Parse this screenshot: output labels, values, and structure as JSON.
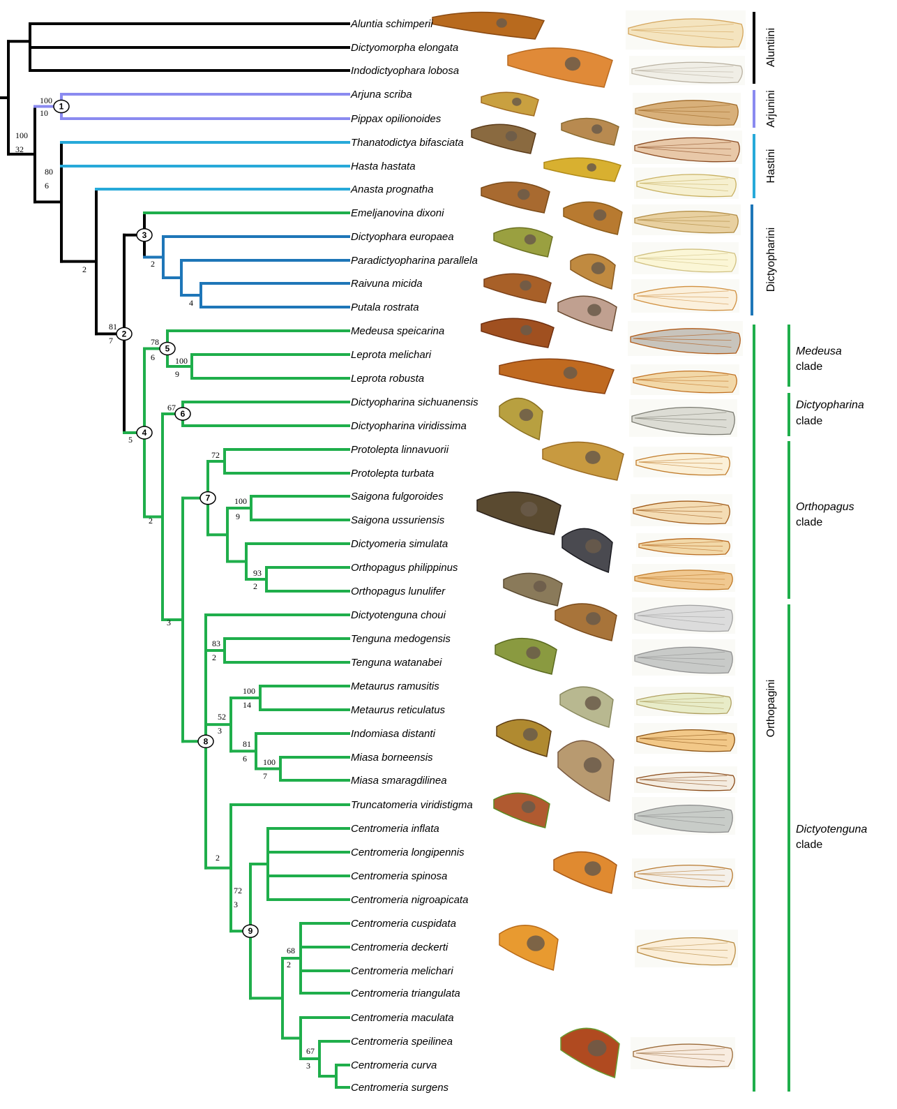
{
  "colors": {
    "black": "#000000",
    "lavender": "#8a8af0",
    "sky": "#27a9d9",
    "blue": "#1e76b8",
    "green": "#1fae4b"
  },
  "taxa": [
    {
      "name": "Aluntia schimperii",
      "color": "black"
    },
    {
      "name": "Dictyomorpha elongata",
      "color": "black"
    },
    {
      "name": "Indodictyophara lobosa",
      "color": "black"
    },
    {
      "name": "Arjuna scriba",
      "color": "lavender"
    },
    {
      "name": "Pippax opilionoides",
      "color": "lavender"
    },
    {
      "name": "Thanatodictya bifasciata",
      "color": "sky"
    },
    {
      "name": "Hasta hastata",
      "color": "sky"
    },
    {
      "name": "Anasta prognatha",
      "color": "sky"
    },
    {
      "name": "Emeljanovina dixoni",
      "color": "green"
    },
    {
      "name": "Dictyophara europaea",
      "color": "blue"
    },
    {
      "name": "Paradictyopharina parallela",
      "color": "blue"
    },
    {
      "name": "Raivuna micida",
      "color": "blue"
    },
    {
      "name": "Putala rostrata",
      "color": "blue"
    },
    {
      "name": "Medeusa speicarina",
      "color": "green"
    },
    {
      "name": "Leprota melichari",
      "color": "green"
    },
    {
      "name": "Leprota robusta",
      "color": "green"
    },
    {
      "name": "Dictyopharina sichuanensis",
      "color": "green"
    },
    {
      "name": "Dictyopharina viridissima",
      "color": "green"
    },
    {
      "name": "Protolepta linnavuorii",
      "color": "green"
    },
    {
      "name": "Protolepta turbata",
      "color": "green"
    },
    {
      "name": "Saigona fulgoroides",
      "color": "green"
    },
    {
      "name": "Saigona ussuriensis",
      "color": "green"
    },
    {
      "name": "Dictyomeria simulata",
      "color": "green"
    },
    {
      "name": "Orthopagus philippinus",
      "color": "green"
    },
    {
      "name": "Orthopagus lunulifer",
      "color": "green"
    },
    {
      "name": "Dictyotenguna choui",
      "color": "green"
    },
    {
      "name": "Tenguna medogensis",
      "color": "green"
    },
    {
      "name": "Tenguna watanabei",
      "color": "green"
    },
    {
      "name": "Metaurus ramusitis",
      "color": "green"
    },
    {
      "name": "Metaurus reticulatus",
      "color": "green"
    },
    {
      "name": "Indomiasa distanti",
      "color": "green"
    },
    {
      "name": "Miasa borneensis",
      "color": "green"
    },
    {
      "name": "Miasa smaragdilinea",
      "color": "green"
    },
    {
      "name": "Truncatomeria viridistigma",
      "color": "green"
    },
    {
      "name": "Centromeria inflata",
      "color": "green"
    },
    {
      "name": "Centromeria longipennis",
      "color": "green"
    },
    {
      "name": "Centromeria spinosa",
      "color": "green"
    },
    {
      "name": "Centromeria nigroapicata",
      "color": "green"
    },
    {
      "name": "Centromeria cuspidata",
      "color": "green"
    },
    {
      "name": "Centromeria deckerti",
      "color": "green"
    },
    {
      "name": "Centromeria melichari",
      "color": "green"
    },
    {
      "name": "Centromeria triangulata",
      "color": "green"
    },
    {
      "name": "Centromeria maculata",
      "color": "green"
    },
    {
      "name": "Centromeria speilinea",
      "color": "green"
    },
    {
      "name": "Centromeria curva",
      "color": "green"
    },
    {
      "name": "Centromeria surgens",
      "color": "green"
    }
  ],
  "support_values": [
    {
      "bootstrap": "100",
      "bremer": "32"
    },
    {
      "bootstrap": "100",
      "bremer": "10"
    },
    {
      "bootstrap": "80",
      "bremer": "6"
    },
    {
      "bootstrap": "",
      "bremer": "2"
    },
    {
      "bootstrap": "81",
      "bremer": "7"
    },
    {
      "bootstrap": "",
      "bremer": "2"
    },
    {
      "bootstrap": "",
      "bremer": "4"
    },
    {
      "bootstrap": "",
      "bremer": "5"
    },
    {
      "bootstrap": "78",
      "bremer": "6"
    },
    {
      "bootstrap": "100",
      "bremer": "9"
    },
    {
      "bootstrap": "67",
      "bremer": ""
    },
    {
      "bootstrap": "",
      "bremer": "2"
    },
    {
      "bootstrap": "72",
      "bremer": ""
    },
    {
      "bootstrap": "100",
      "bremer": "9"
    },
    {
      "bootstrap": "93",
      "bremer": "2"
    },
    {
      "bootstrap": "",
      "bremer": "3"
    },
    {
      "bootstrap": "83",
      "bremer": "2"
    },
    {
      "bootstrap": "100",
      "bremer": "14"
    },
    {
      "bootstrap": "52",
      "bremer": "3"
    },
    {
      "bootstrap": "81",
      "bremer": "6"
    },
    {
      "bootstrap": "100",
      "bremer": "7"
    },
    {
      "bootstrap": "",
      "bremer": "2"
    },
    {
      "bootstrap": "72",
      "bremer": "3"
    },
    {
      "bootstrap": "68",
      "bremer": "2"
    },
    {
      "bootstrap": "67",
      "bremer": "3"
    }
  ],
  "numbered_nodes": [
    "1",
    "2",
    "3",
    "4",
    "5",
    "6",
    "7",
    "8",
    "9"
  ],
  "tribes": [
    {
      "label": "Aluntiini",
      "color": "black"
    },
    {
      "label": "Arjunini",
      "color": "lavender"
    },
    {
      "label": "Hastini",
      "color": "sky"
    },
    {
      "label": "Dictyopharini",
      "color": "blue"
    },
    {
      "label": "Orthopagini",
      "color": "green"
    }
  ],
  "clades": [
    {
      "genus": "Medeusa",
      "word": "clade"
    },
    {
      "genus": "Dictyopharina",
      "word": "clade"
    },
    {
      "genus": "Orthopagus",
      "word": "clade"
    },
    {
      "genus": "Dictyotenguna",
      "word": "clade"
    }
  ]
}
